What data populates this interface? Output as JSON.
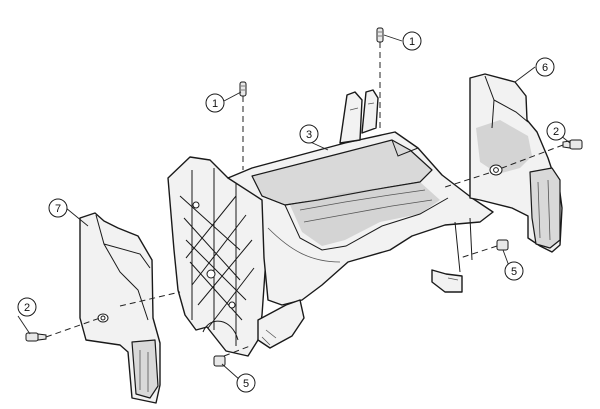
{
  "callouts": [
    {
      "id": "c1a",
      "label": "1"
    },
    {
      "id": "c1b",
      "label": "1"
    },
    {
      "id": "c2a",
      "label": "2"
    },
    {
      "id": "c2b",
      "label": "2"
    },
    {
      "id": "c3",
      "label": "3"
    },
    {
      "id": "c5a",
      "label": "5"
    },
    {
      "id": "c5b",
      "label": "5"
    },
    {
      "id": "c6",
      "label": "6"
    },
    {
      "id": "c7",
      "label": "7"
    }
  ]
}
